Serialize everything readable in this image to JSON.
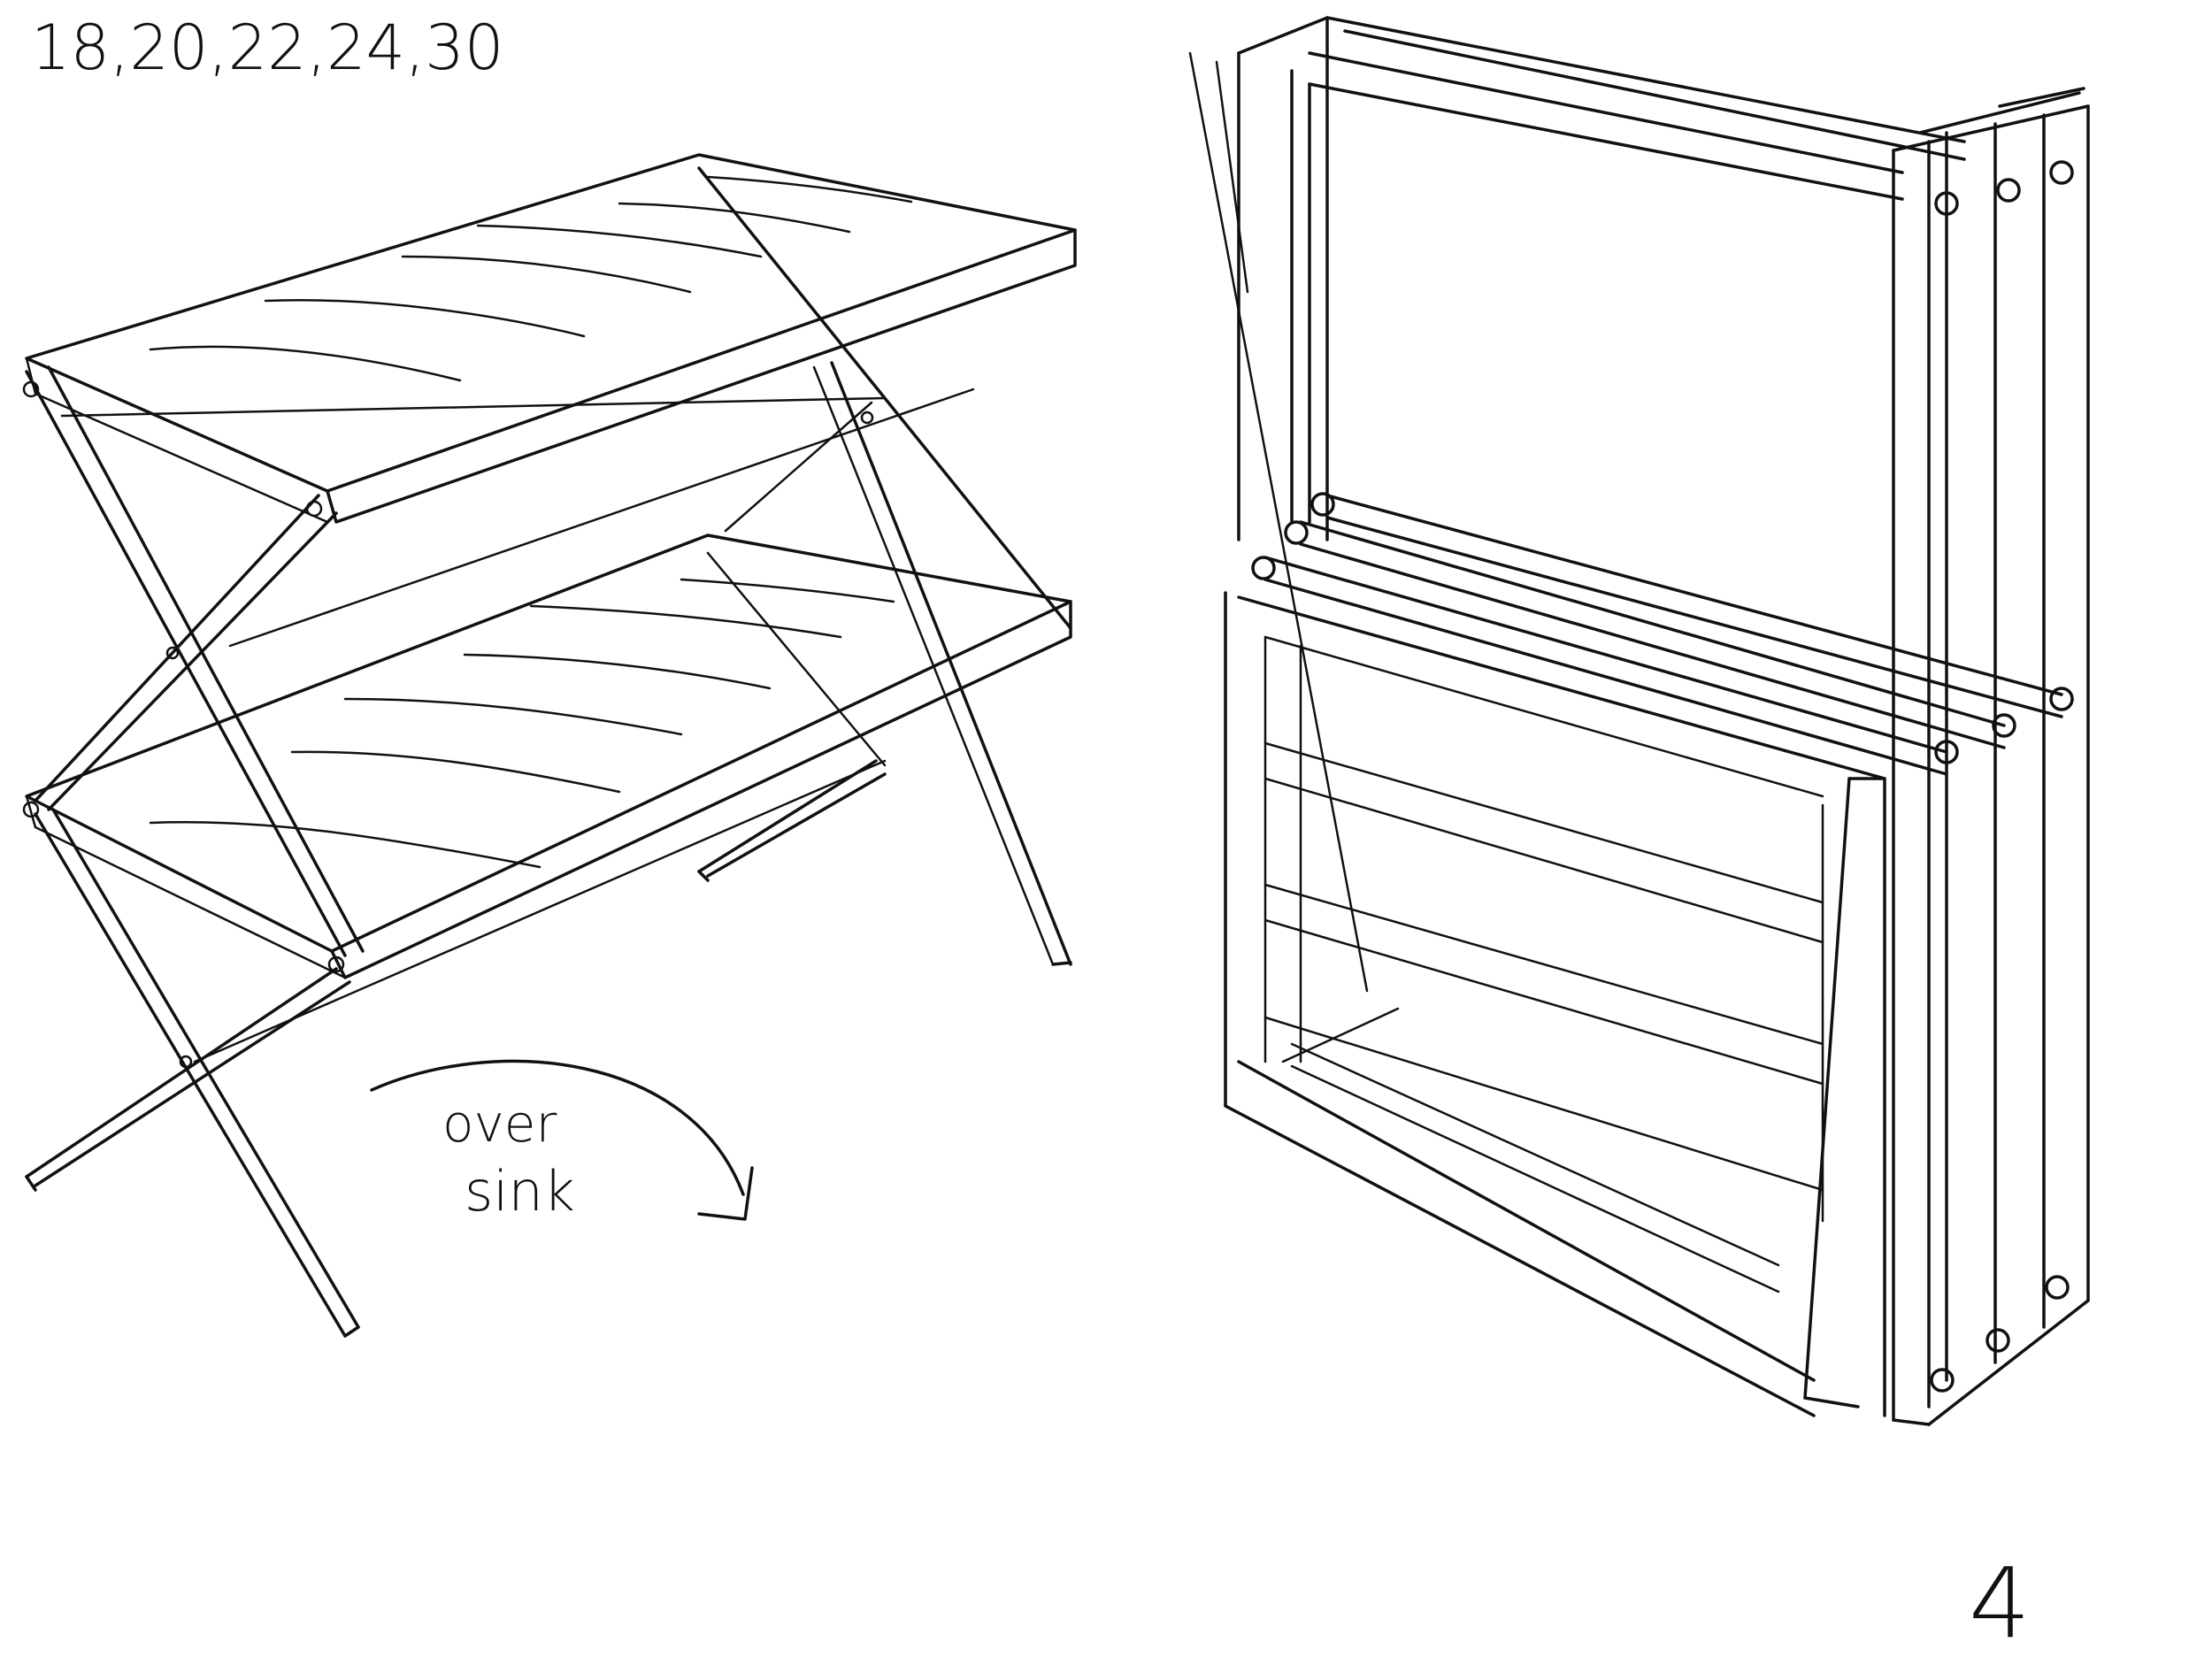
{
  "annotations": {
    "sizes": "18,20,22,24,30",
    "note_line1": "over",
    "note_line2": "sink",
    "page_number": "4"
  },
  "colors": {
    "ink": "#111111",
    "paper": "#ffffff"
  }
}
